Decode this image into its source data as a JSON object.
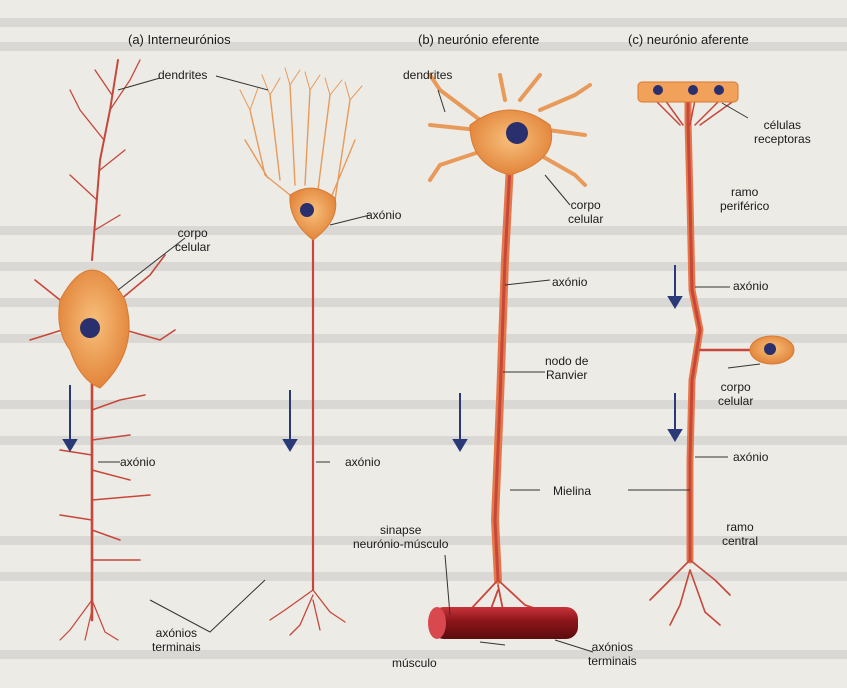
{
  "panels": {
    "a": {
      "title": "(a) Interneurónios"
    },
    "b": {
      "title": "(b) neurónio eferente"
    },
    "c": {
      "title": "(c) neurónio aferente"
    }
  },
  "labels": {
    "dendrites_a": "dendrites",
    "corpo_celular_a": "corpo\ncelular",
    "axonio_a1": "axónio",
    "axonio_a2": "axónio",
    "axonios_terminais_a": "axónios\nterminais",
    "axonio_a_mid": "axónio",
    "dendrites_b": "dendrites",
    "corpo_celular_b": "corpo\ncelular",
    "axonio_b": "axónio",
    "nodo_ranvier": "nodo de\nRanvier",
    "mielina": "Mielina",
    "sinapse": "sinapse\nneurónio-músculo",
    "musculo": "músculo",
    "axonios_terminais_b": "axónios\nterminais",
    "celulas_receptoras": "células\nreceptoras",
    "ramo_periferico": "ramo\nperiférico",
    "axonio_c1": "axónio",
    "corpo_celular_c": "corpo\ncelular",
    "axonio_c2": "axónio",
    "ramo_central": "ramo\ncentral"
  },
  "colors": {
    "neuron_fill": "#f2a15a",
    "neuron_body": "#e88a3c",
    "axon": "#c7473a",
    "muscle": "#8a1519",
    "nucleus": "#2a2f6e",
    "arrow": "#2a3a78",
    "leader": "#333333"
  }
}
